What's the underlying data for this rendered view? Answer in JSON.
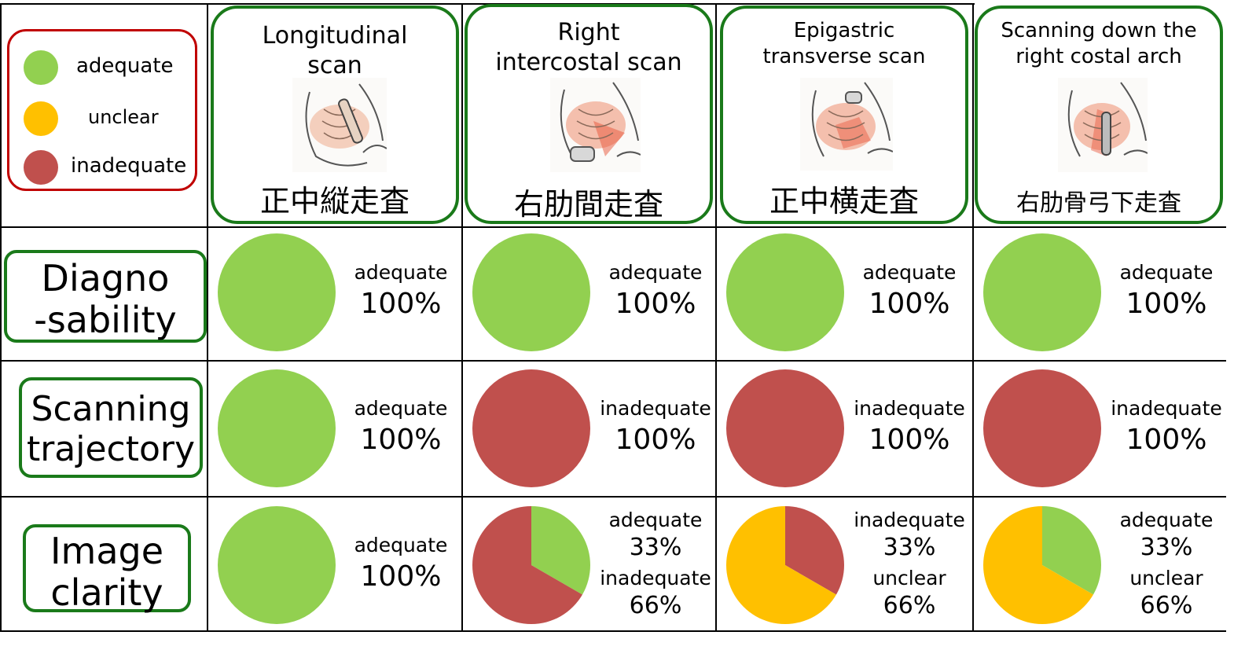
{
  "colors": {
    "adequate": "#92d050",
    "unclear": "#ffc000",
    "inadequate": "#c0504d",
    "legend_border": "#c00000",
    "box_border": "#1a7a1a"
  },
  "legend": [
    {
      "key": "adequate",
      "label": "adequate"
    },
    {
      "key": "unclear",
      "label": "unclear"
    },
    {
      "key": "inadequate",
      "label": "inadequate"
    }
  ],
  "columns": [
    {
      "en": "Longitudinal\nscan",
      "jp": "正中縦走査"
    },
    {
      "en": "Right\nintercostal  scan",
      "jp": "右肋間走査"
    },
    {
      "en": "Epigastric\ntransverse scan",
      "jp": "正中横走査"
    },
    {
      "en": "Scanning down the\nright costal arch",
      "jp": "右肋骨弓下走査"
    }
  ],
  "rows": [
    {
      "title": "Diagno\n-sability"
    },
    {
      "title": "Scanning\ntrajectory"
    },
    {
      "title": "Image\nclarity"
    }
  ],
  "chart_data": {
    "type": "pie",
    "categories": [
      "adequate",
      "unclear",
      "inadequate"
    ],
    "cells": [
      {
        "row": 0,
        "col": 0,
        "slices": [
          {
            "cat": "adequate",
            "value": 100
          }
        ],
        "labels": [
          {
            "name": "adequate",
            "pct": "100%"
          }
        ]
      },
      {
        "row": 0,
        "col": 1,
        "slices": [
          {
            "cat": "adequate",
            "value": 100
          }
        ],
        "labels": [
          {
            "name": "adequate",
            "pct": "100%"
          }
        ]
      },
      {
        "row": 0,
        "col": 2,
        "slices": [
          {
            "cat": "adequate",
            "value": 100
          }
        ],
        "labels": [
          {
            "name": "adequate",
            "pct": "100%"
          }
        ]
      },
      {
        "row": 0,
        "col": 3,
        "slices": [
          {
            "cat": "adequate",
            "value": 100
          }
        ],
        "labels": [
          {
            "name": "adequate",
            "pct": "100%"
          }
        ]
      },
      {
        "row": 1,
        "col": 0,
        "slices": [
          {
            "cat": "adequate",
            "value": 100
          }
        ],
        "labels": [
          {
            "name": "adequate",
            "pct": "100%"
          }
        ]
      },
      {
        "row": 1,
        "col": 1,
        "slices": [
          {
            "cat": "inadequate",
            "value": 100
          }
        ],
        "labels": [
          {
            "name": "inadequate",
            "pct": "100%"
          }
        ]
      },
      {
        "row": 1,
        "col": 2,
        "slices": [
          {
            "cat": "inadequate",
            "value": 100
          }
        ],
        "labels": [
          {
            "name": "inadequate",
            "pct": "100%"
          }
        ]
      },
      {
        "row": 1,
        "col": 3,
        "slices": [
          {
            "cat": "inadequate",
            "value": 100
          }
        ],
        "labels": [
          {
            "name": "inadequate",
            "pct": "100%"
          }
        ]
      },
      {
        "row": 2,
        "col": 0,
        "slices": [
          {
            "cat": "adequate",
            "value": 100
          }
        ],
        "labels": [
          {
            "name": "adequate",
            "pct": "100%"
          }
        ]
      },
      {
        "row": 2,
        "col": 1,
        "slices": [
          {
            "cat": "adequate",
            "value": 33
          },
          {
            "cat": "inadequate",
            "value": 66
          }
        ],
        "labels": [
          {
            "name": "adequate",
            "pct": "33%"
          },
          {
            "name": "inadequate",
            "pct": "66%"
          }
        ]
      },
      {
        "row": 2,
        "col": 2,
        "slices": [
          {
            "cat": "inadequate",
            "value": 33
          },
          {
            "cat": "unclear",
            "value": 66
          }
        ],
        "labels": [
          {
            "name": "inadequate",
            "pct": "33%"
          },
          {
            "name": "unclear",
            "pct": "66%"
          }
        ]
      },
      {
        "row": 2,
        "col": 3,
        "slices": [
          {
            "cat": "adequate",
            "value": 33
          },
          {
            "cat": "unclear",
            "value": 66
          }
        ],
        "labels": [
          {
            "name": "adequate",
            "pct": "33%"
          },
          {
            "name": "unclear",
            "pct": "66%"
          }
        ]
      }
    ]
  }
}
